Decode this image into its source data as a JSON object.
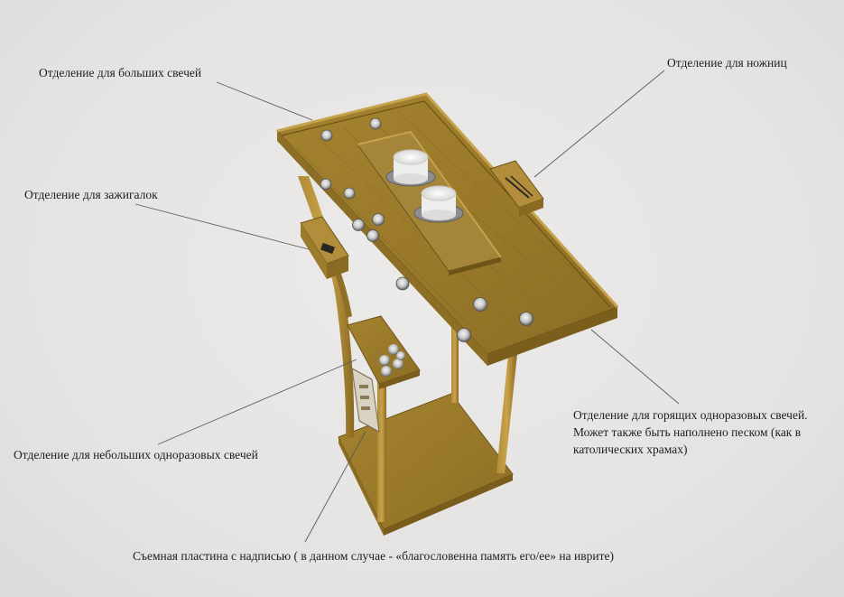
{
  "labels": {
    "large_candles": "Отделение для больших свечей",
    "scissors": "Отделение для ножниц",
    "lighters": "Отделение для зажигалок",
    "burning_candles": {
      "line1": "Отделение для горящих одноразовых свечей.",
      "line2": "Может также быть наполнено песком (как в",
      "line3": "католических храмах)"
    },
    "small_candles": "Отделение для небольших одноразовых свечей",
    "plate": "Съемная пластина с надписью ( в данном случае - «благословенна память его/ее» на иврите)"
  },
  "colors": {
    "background": "#e7e6e4",
    "wood": "#9a7a2c",
    "wood_dark": "#6e5418",
    "wood_light": "#b8953f",
    "candle": "#f2f2f0",
    "tealight_rim": "#8f9294",
    "leader_line": "#5a5a5a"
  }
}
